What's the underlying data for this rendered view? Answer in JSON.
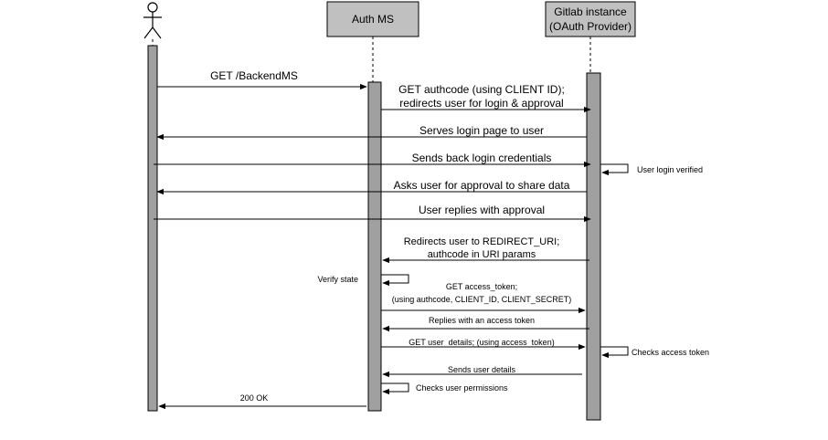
{
  "participants": {
    "auth_ms": "Auth MS",
    "gitlab_line1": "Gitlab instance",
    "gitlab_line2": "(OAuth Provider)"
  },
  "messages": {
    "m1": "GET /BackendMS",
    "m2a": "GET authcode (using CLIENT ID);",
    "m2b": "redirects user for login & approval",
    "m3": "Serves login page to user",
    "m4": "Sends back login credentials",
    "m5": "User login verified",
    "m6": "Asks user for approval to share data",
    "m7": "User replies with approval",
    "m8a": "Redirects user to REDIRECT_URI;",
    "m8b": "authcode in URI params",
    "m9": "Verify state",
    "m10a": "GET access_token;",
    "m10b": "(using authcode, CLIENT_ID, CLIENT_SECRET)",
    "m11": "Replies with an access token",
    "m12": "GET user_details; (using access_token)",
    "m13": "Checks access token",
    "m14": "Sends user details",
    "m15": "Checks user permissions",
    "m16": "200 OK"
  },
  "colors": {
    "participant_fill": "#c0c0c0",
    "activation_fill": "#a0a0a0",
    "line": "#000000"
  }
}
